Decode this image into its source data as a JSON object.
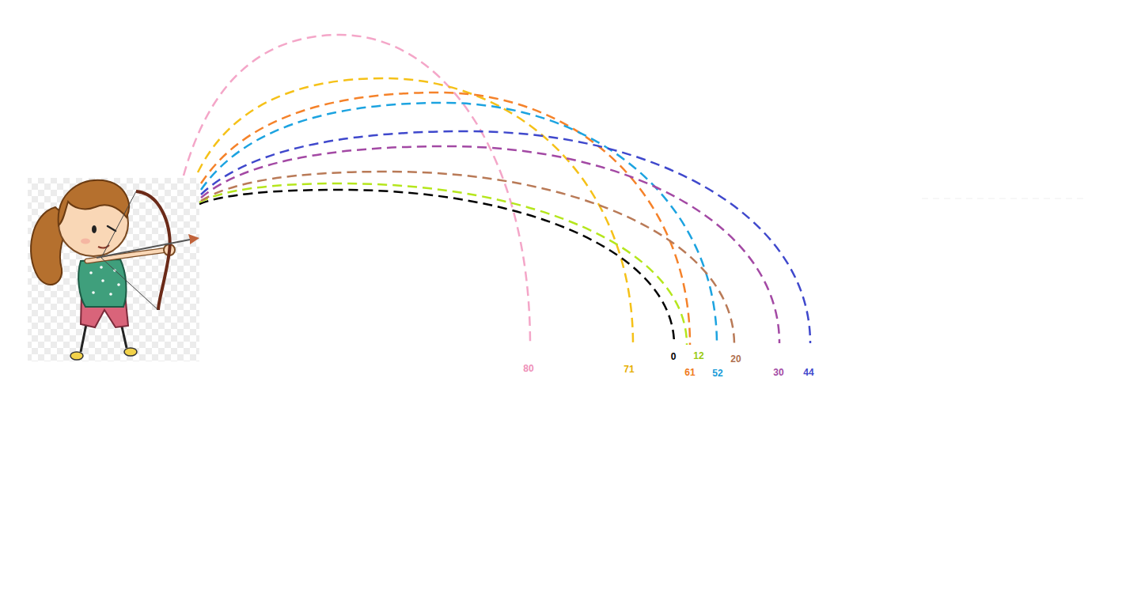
{
  "diagram": {
    "labels": [
      "80",
      "71",
      "0",
      "12",
      "61",
      "52",
      "20",
      "30",
      "44"
    ]
  }
}
